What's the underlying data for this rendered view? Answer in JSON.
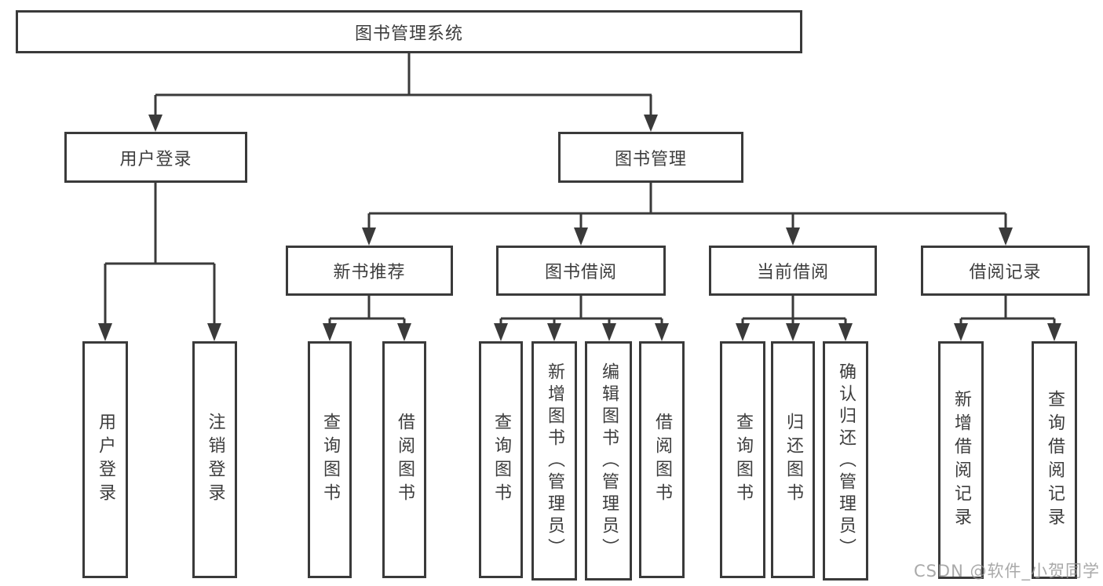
{
  "root": {
    "label": "图书管理系统"
  },
  "level2": [
    {
      "label": "用户登录"
    },
    {
      "label": "图书管理"
    }
  ],
  "level3": [
    {
      "label": "新书推荐"
    },
    {
      "label": "图书借阅"
    },
    {
      "label": "当前借阅"
    },
    {
      "label": "借阅记录"
    }
  ],
  "leaves": {
    "user_login": [
      {
        "label": "用户登录"
      },
      {
        "label": "注销登录"
      }
    ],
    "new_book": [
      {
        "label": "查询图书"
      },
      {
        "label": "借阅图书"
      }
    ],
    "book_borrow": [
      {
        "label": "查询图书"
      },
      {
        "label": "新增图书（管理员）"
      },
      {
        "label": "编辑图书（管理员）"
      },
      {
        "label": "借阅图书"
      }
    ],
    "current_borrow": [
      {
        "label": "查询图书"
      },
      {
        "label": "归还图书"
      },
      {
        "label": "确认归还（管理员）"
      }
    ],
    "borrow_record": [
      {
        "label": "新增借阅记录"
      },
      {
        "label": "查询借阅记录"
      }
    ]
  },
  "watermark": {
    "text": "CSDN @软件_小贺同学"
  },
  "colors": {
    "line": "#3a3a3a",
    "text": "#3d3d3d",
    "watermark": "#949494",
    "background": "#ffffff"
  }
}
